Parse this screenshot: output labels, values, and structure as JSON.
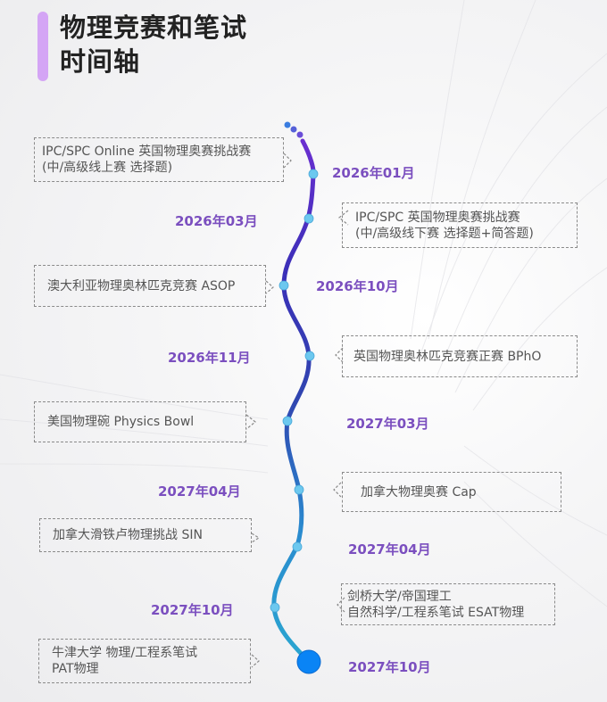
{
  "title": {
    "line1": "物理竞赛和笔试",
    "line2": "时间轴",
    "bar_color": "#d4a5f5"
  },
  "colors": {
    "date_text": "#7b4fbf",
    "card_border": "#8a8a8a",
    "card_text": "#555555",
    "line_top": "#5a2fc8",
    "line_mid": "#3340b0",
    "line_bottom": "#2a9fcf",
    "node": "#6cc8ef",
    "end_node": "#0a84f5"
  },
  "events": [
    {
      "date": "2026年01月",
      "lines": [
        "IPC/SPC Online 英国物理奥赛挑战赛",
        "(中/高级线上赛 选择题)"
      ],
      "side": "left"
    },
    {
      "date": "2026年03月",
      "lines": [
        "IPC/SPC 英国物理奥赛挑战赛",
        "(中/高级线下赛 选择题+简答题)"
      ],
      "side": "right"
    },
    {
      "date": "2026年10月",
      "lines": [
        "澳大利亚物理奥林匹克竞赛 ASOP"
      ],
      "side": "left"
    },
    {
      "date": "2026年11月",
      "lines": [
        "英国物理奥林匹克竞赛正赛 BPhO"
      ],
      "side": "right"
    },
    {
      "date": "2027年03月",
      "lines": [
        "美国物理碗 Physics Bowl"
      ],
      "side": "left"
    },
    {
      "date": "2027年04月",
      "lines": [
        "加拿大物理奥赛 Cap"
      ],
      "side": "right"
    },
    {
      "date": "2027年04月",
      "lines": [
        "加拿大滑铁卢物理挑战 SIN"
      ],
      "side": "left"
    },
    {
      "date": "2027年10月",
      "lines": [
        "剑桥大学/帝国理工",
        "自然科学/工程系笔试 ESAT物理"
      ],
      "side": "right"
    },
    {
      "date": "2027年10月",
      "lines": [
        "牛津大学 物理/工程系笔试",
        "PAT物理"
      ],
      "side": "left"
    }
  ]
}
